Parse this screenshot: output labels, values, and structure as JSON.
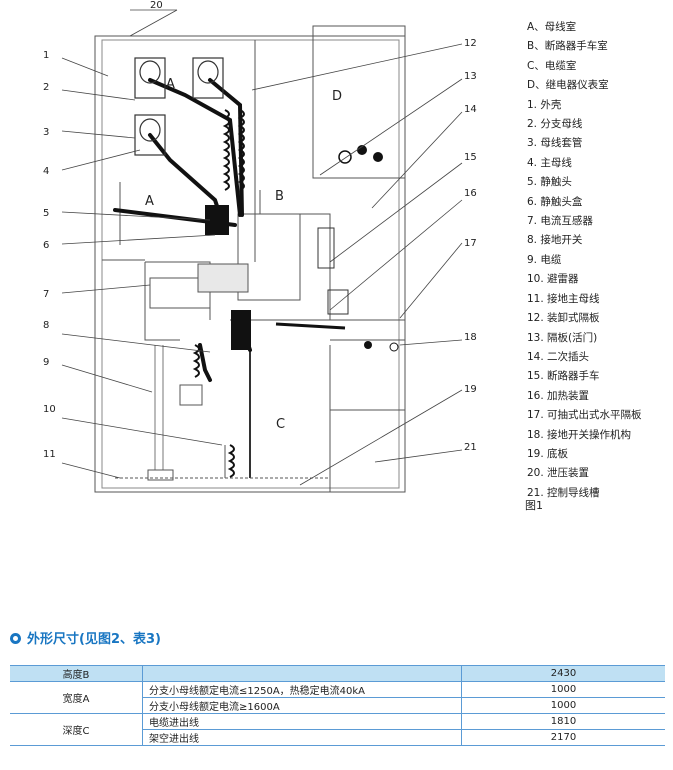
{
  "diagram": {
    "callouts": [
      "1",
      "2",
      "3",
      "4",
      "5",
      "6",
      "7",
      "8",
      "9",
      "10",
      "11",
      "12",
      "13",
      "14",
      "15",
      "16",
      "17",
      "18",
      "19",
      "20",
      "21"
    ],
    "compartments": [
      "A",
      "A",
      "B",
      "C",
      "D"
    ]
  },
  "legend": [
    "A、母线室",
    "B、断路器手车室",
    "C、电缆室",
    "D、继电器仪表室",
    "1. 外壳",
    "2. 分支母线",
    "3. 母线套管",
    "4. 主母线",
    "5. 静触头",
    "6. 静触头盒",
    "7. 电流互感器",
    "8. 接地开关",
    "9. 电缆",
    "10. 避雷器",
    "11. 接地主母线",
    "12. 装卸式隔板",
    "13. 隔板(活门)",
    "14. 二次插头",
    "15. 断路器手车",
    "16. 加热装置",
    "17. 可抽式出式水平隔板",
    "18. 接地开关操作机构",
    "19. 底板",
    "20. 泄压装置",
    "21. 控制导线槽"
  ],
  "figure_caption": "图1",
  "section_title": "外形尺寸(见图2、表3)",
  "table": {
    "rows": [
      {
        "c1": "高度B",
        "c2": "",
        "c3": "2430"
      },
      {
        "c1": "宽度A",
        "c2": "分支小母线额定电流≤1250A，热稳定电流40kA",
        "c3": "1000"
      },
      {
        "c1": "",
        "c2": "分支小母线额定电流≥1600A",
        "c3": "1000"
      },
      {
        "c1": "深度C",
        "c2": "电缆进出线",
        "c3": "1810"
      },
      {
        "c1": "",
        "c2": "架空进出线",
        "c3": "2170"
      }
    ]
  },
  "colors": {
    "accent": "#1976c2",
    "table_line": "#5b9bd5",
    "table_header": "#bfe0f3"
  }
}
